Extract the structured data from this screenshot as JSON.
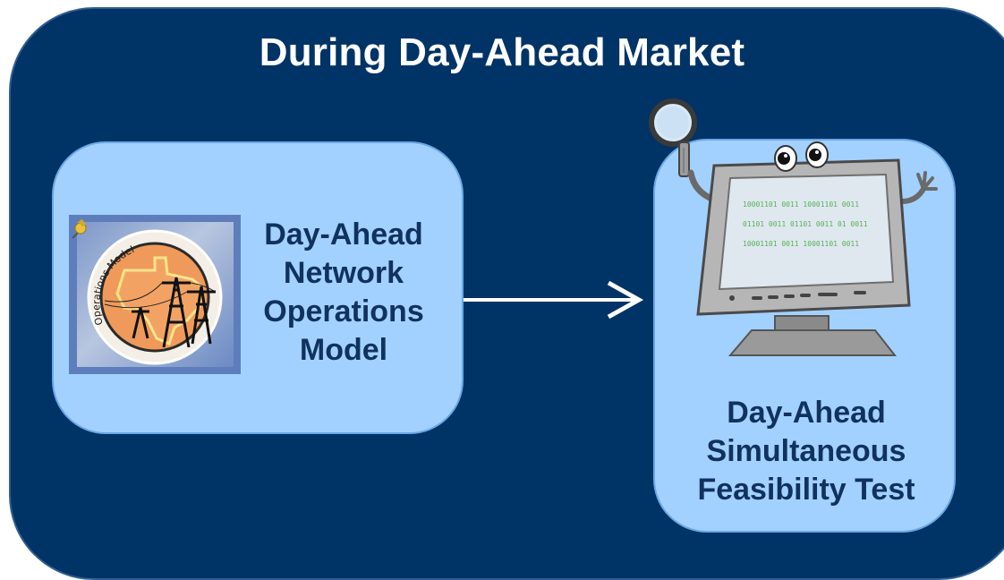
{
  "title": "During Day-Ahead Market",
  "left_box": {
    "label_lines": [
      "Day-Ahead",
      "Network",
      "Operations",
      "Model"
    ],
    "icon_text": "Operations Model"
  },
  "right_box": {
    "label_lines": [
      "Day-Ahead",
      "Simultaneous",
      "Feasibility Test"
    ],
    "binary_lines": [
      "10001101 0011  10001101 0011",
      "01101 0011  01101 0011 01 0011",
      "10001101 0011  10001101 0011"
    ]
  },
  "colors": {
    "panel": "#003366",
    "box": "#a3d1ff",
    "label_text": "#10325e",
    "arrow": "#ffffff"
  }
}
